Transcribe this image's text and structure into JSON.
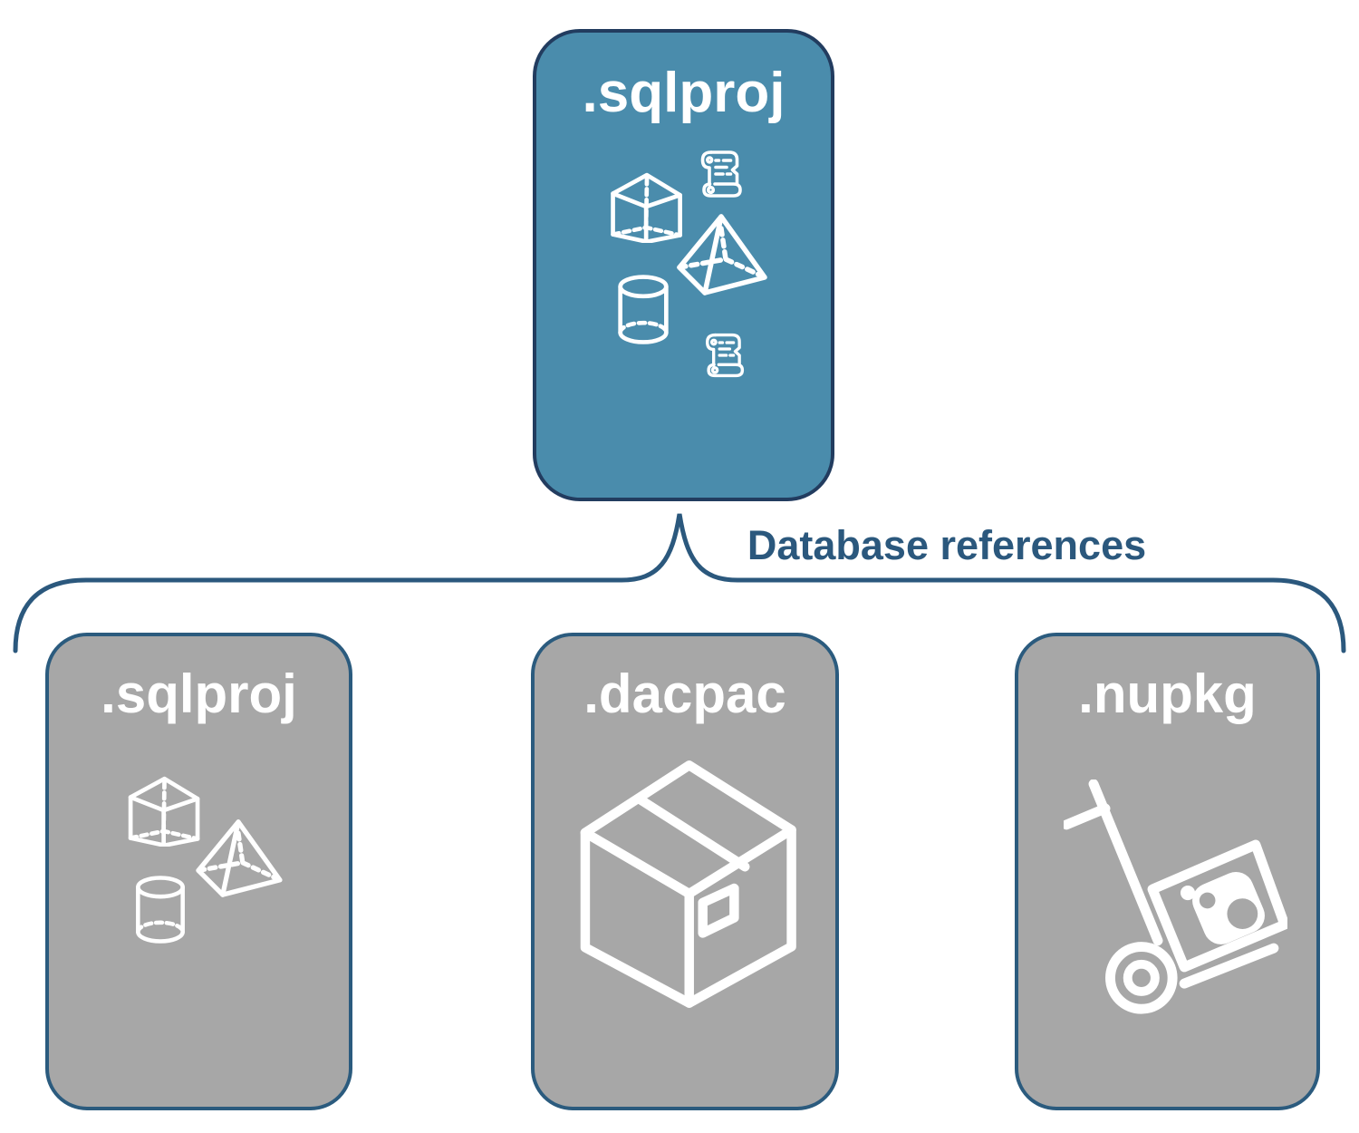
{
  "diagram": {
    "root": {
      "label": ".sqlproj",
      "icons": [
        "script-scroll-icon",
        "cube-icon",
        "pyramid-icon",
        "cylinder-icon",
        "script-scroll-icon"
      ],
      "fill_color": "#4A8CAC",
      "border_color": "#223C5F"
    },
    "connector": {
      "label": "Database references",
      "shape": "curly-brace",
      "color": "#2B587D"
    },
    "children": [
      {
        "label": ".sqlproj",
        "icons": [
          "cube-icon",
          "pyramid-icon",
          "cylinder-icon"
        ],
        "fill_color": "#A7A7A7",
        "border_color": "#2B5B7E"
      },
      {
        "label": ".dacpac",
        "icons": [
          "package-box-icon"
        ],
        "fill_color": "#A7A7A7",
        "border_color": "#2B5B7E"
      },
      {
        "label": ".nupkg",
        "icons": [
          "hand-truck-nuget-icon"
        ],
        "fill_color": "#A7A7A7",
        "border_color": "#2B5B7E"
      }
    ],
    "icon_color": "#FFFFFF",
    "title_color": "#FFFFFF",
    "background_color": "#FFFFFF"
  }
}
